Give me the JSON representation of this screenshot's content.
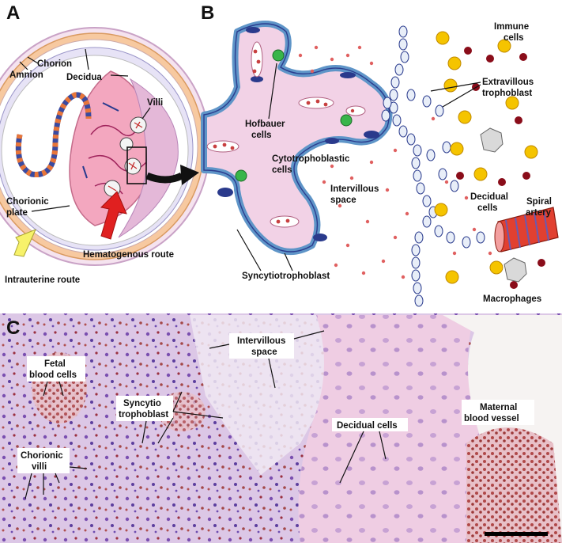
{
  "panels": {
    "a": {
      "letter": "A",
      "labels": {
        "chorion": "Chorion",
        "amnion": "Amnion",
        "decidua": "Decidua",
        "villi": "Villi",
        "chorionic_plate_1": "Chorionic",
        "chorionic_plate_2": "plate",
        "hematogenous_route": "Hematogenous route",
        "intrauterine_route": "Intrauterine route"
      }
    },
    "b": {
      "letter": "B",
      "labels": {
        "immune_cells_1": "Immune",
        "immune_cells_2": "cells",
        "extravillous_1": "Extravillous",
        "extravillous_2": "trophoblast",
        "hofbauer_1": "Hofbauer",
        "hofbauer_2": "cells",
        "cytotrophoblastic_1": "Cytotrophoblastic",
        "cytotrophoblastic_2": "cells",
        "intervillous_1": "Intervillous",
        "intervillous_2": "space",
        "decidual_1": "Decidual",
        "decidual_2": "cells",
        "spiral_1": "Spiral",
        "spiral_2": "artery",
        "syncytiotrophoblast": "Syncytiotrophoblast",
        "macrophages": "Macrophages"
      }
    },
    "c": {
      "letter": "C",
      "labels": {
        "intervillous_1": "Intervillous",
        "intervillous_2": "space",
        "fetal_1": "Fetal",
        "fetal_2": "blood cells",
        "syncytio_1": "Syncytio",
        "syncytio_2": "trophoblast",
        "decidual_cells": "Decidual cells",
        "maternal_1": "Maternal",
        "maternal_2": "blood vessel",
        "chorionic_villi_1": "Chorionic",
        "chorionic_villi_2": "villi"
      }
    }
  },
  "colors": {
    "villus_fill": "#f2d2e6",
    "villus_border": "#7fb0d8",
    "trophoblast_dark": "#2a3a8c",
    "rbc": "#e06060",
    "immune_yellow": "#f5c400",
    "hematogenous_arrow": "#e02020",
    "intrauterine_arrow": "#f7f26a",
    "histo_tissue": "#c9a8d8",
    "histo_pink": "#efc6dc"
  }
}
